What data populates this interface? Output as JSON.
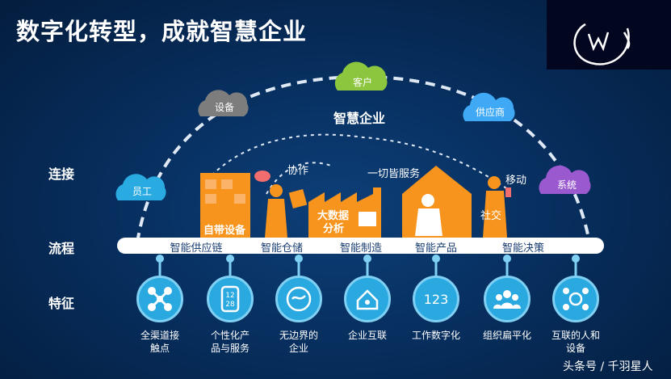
{
  "title": "数字化转型，成就智慧企业",
  "center_label": "智慧企业",
  "clouds": [
    {
      "label": "客户",
      "color": "#8cc63f"
    },
    {
      "label": "设备",
      "color": "#8c8c8c"
    },
    {
      "label": "供应商",
      "color": "#3fa9f5"
    },
    {
      "label": "员工",
      "color": "#29abe2"
    },
    {
      "label": "系统",
      "color": "#9b59d0"
    }
  ],
  "row_labels": {
    "connect": "连接",
    "process": "流程",
    "feature": "特征"
  },
  "scene_labels": {
    "collaborate": "协作",
    "everything_service": "一切皆服务",
    "mobile": "移动",
    "social": "社交",
    "byod": "自带设备",
    "big_data_line1": "大数据",
    "big_data_line2": "分析"
  },
  "processes": [
    "智能供应链",
    "智能仓储",
    "智能制造",
    "智能产品",
    "智能决策"
  ],
  "features": [
    {
      "line1": "全渠道接",
      "line2": "触点",
      "icon": "network-nodes-icon"
    },
    {
      "line1": "个性化产",
      "line2": "品与服务",
      "icon": "smartwatch-icon",
      "watch_top": "12",
      "watch_bottom": "28"
    },
    {
      "line1": "无边界的",
      "line2": "企业",
      "icon": "globe-bird-icon"
    },
    {
      "line1": "企业互联",
      "line2": "",
      "icon": "connected-house-icon"
    },
    {
      "line1": "工作数字化",
      "line2": "",
      "icon": "digits-icon",
      "digits": "123"
    },
    {
      "line1": "组织扁平化",
      "line2": "",
      "icon": "people-group-icon"
    },
    {
      "line1": "互联的人和",
      "line2": "设备",
      "icon": "connected-devices-icon"
    }
  ],
  "watermark": "头条号 / 千羽星人",
  "colors": {
    "accent_orange": "#f7941d",
    "feature_blue": "#2aa9e0",
    "bar_text": "#1b3f73"
  }
}
